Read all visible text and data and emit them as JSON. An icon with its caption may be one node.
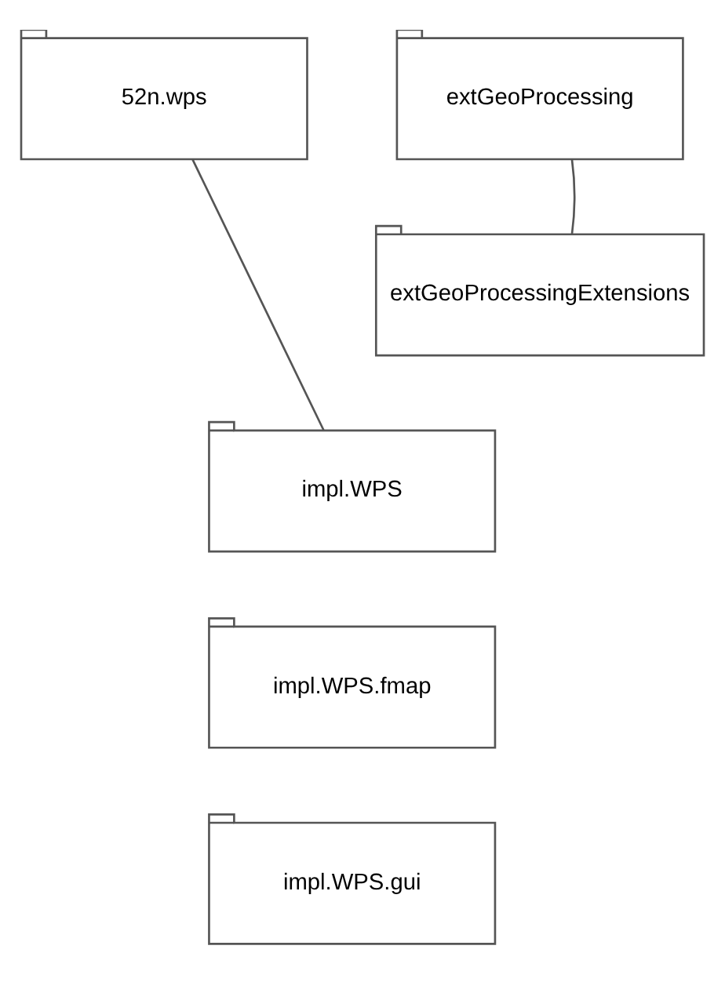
{
  "diagram": {
    "nodes": [
      {
        "text": [
          "52n.wps"
        ]
      },
      {
        "text": [
          "extGeoProcessing"
        ]
      },
      {
        "text": [
          "extGeoProcessingExtensions"
        ]
      },
      {
        "text": [
          "impl.WPS"
        ]
      },
      {
        "text": [
          "impl.WPS.fmap"
        ]
      },
      {
        "text": [
          "impl.WPS.gui"
        ]
      }
    ],
    "edges": [
      {
        "from": 0,
        "to": 3,
        "arrow": "none"
      },
      {
        "from": 1,
        "to": 2,
        "arrow": "none"
      }
    ]
  }
}
